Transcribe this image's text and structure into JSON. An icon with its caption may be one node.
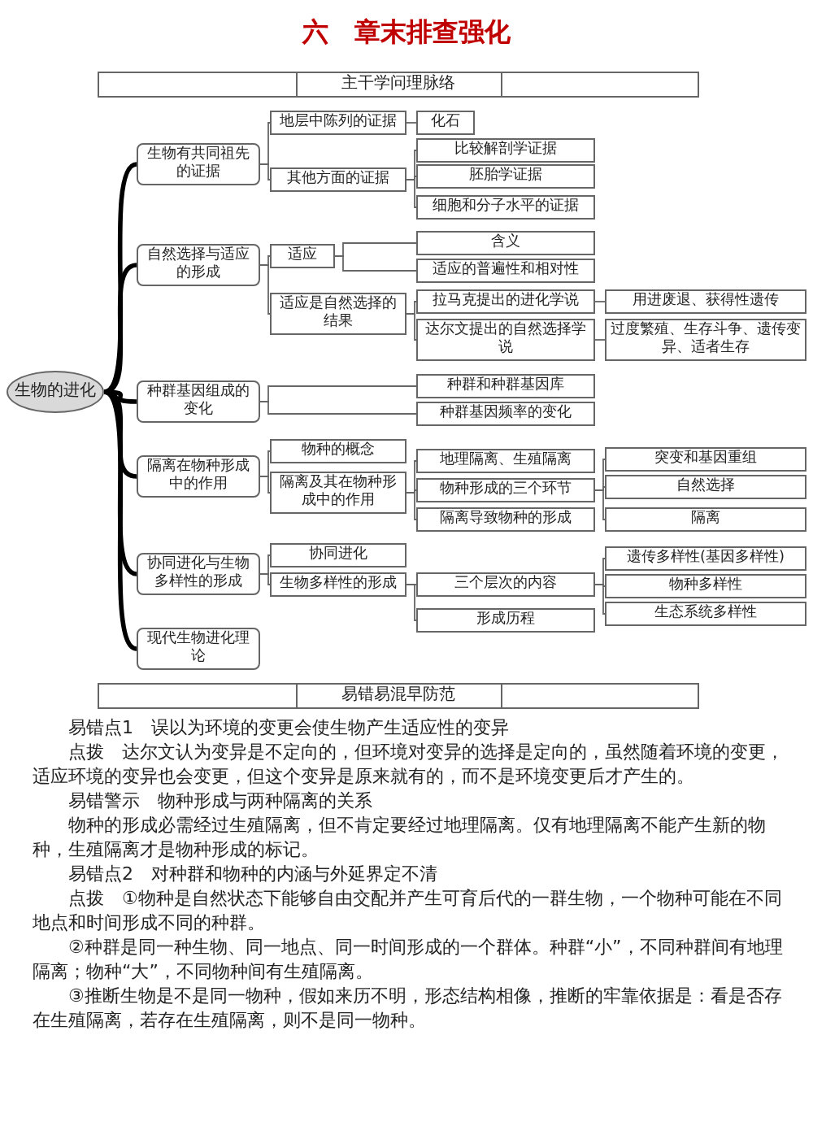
{
  "diagram": {
    "title": "六　章末排查强化",
    "nodes": [
      {
        "text": [
          "主干学问理脉络"
        ]
      },
      {
        "text": [
          "生物的进化"
        ]
      },
      {
        "text": [
          "生物有共同祖先的证据"
        ]
      },
      {
        "text": [
          "地层中陈列的证据"
        ]
      },
      {
        "text": [
          "化石"
        ]
      },
      {
        "text": [
          "其他方面的证据"
        ]
      },
      {
        "text": [
          "比较解剖学证据"
        ]
      },
      {
        "text": [
          "胚胎学证据"
        ]
      },
      {
        "text": [
          "细胞和分子水平的证据"
        ]
      },
      {
        "text": [
          "自然选择与适应的形成"
        ]
      },
      {
        "text": [
          "适应"
        ]
      },
      {
        "text": [
          "含义"
        ]
      },
      {
        "text": [
          "适应的普遍性和相对性"
        ]
      },
      {
        "text": [
          "适应是自然选择的结果"
        ]
      },
      {
        "text": [
          "拉马克提出的进化学说"
        ]
      },
      {
        "text": [
          "用进废退、获得性遗传"
        ]
      },
      {
        "text": [
          "达尔文提出的自然选择学说"
        ]
      },
      {
        "text": [
          "过度繁殖、生存斗争、遗传变异、适者生存"
        ]
      },
      {
        "text": [
          "种群基因组成的变化"
        ]
      },
      {
        "text": [
          "种群和种群基因库"
        ]
      },
      {
        "text": [
          "种群基因频率的变化"
        ]
      },
      {
        "text": [
          "隔离在物种形成中的作用"
        ]
      },
      {
        "text": [
          "物种的概念"
        ]
      },
      {
        "text": [
          "隔离及其在物种形成中的作用"
        ]
      },
      {
        "text": [
          "地理隔离、生殖隔离"
        ]
      },
      {
        "text": [
          "物种形成的三个环节"
        ]
      },
      {
        "text": [
          "隔离导致物种的形成"
        ]
      },
      {
        "text": [
          "突变和基因重组"
        ]
      },
      {
        "text": [
          "自然选择"
        ]
      },
      {
        "text": [
          "隔离"
        ]
      },
      {
        "text": [
          "协同进化与生物多样性的形成"
        ]
      },
      {
        "text": [
          "协同进化"
        ]
      },
      {
        "text": [
          "生物多样性的形成"
        ]
      },
      {
        "text": [
          "三个层次的内容"
        ]
      },
      {
        "text": [
          "遗传多样性(基因多样性)"
        ]
      },
      {
        "text": [
          "物种多样性"
        ]
      },
      {
        "text": [
          "生态系统多样性"
        ]
      },
      {
        "text": [
          "形成历程"
        ]
      },
      {
        "text": [
          "现代生物进化理论"
        ]
      },
      {
        "text": [
          "易错易混早防范"
        ]
      }
    ],
    "edges": [
      {
        "from": 1,
        "to": 2,
        "arrow": "none",
        "style": "thick",
        "color": "#000000"
      },
      {
        "from": 1,
        "to": 9,
        "arrow": "none",
        "style": "thick",
        "color": "#000000"
      },
      {
        "from": 1,
        "to": 18,
        "arrow": "none",
        "style": "thick",
        "color": "#000000"
      },
      {
        "from": 1,
        "to": 21,
        "arrow": "none",
        "style": "thick",
        "color": "#000000"
      },
      {
        "from": 1,
        "to": 30,
        "arrow": "none",
        "style": "thick",
        "color": "#000000"
      },
      {
        "from": 1,
        "to": 38,
        "arrow": "none",
        "style": "thick",
        "color": "#000000"
      },
      {
        "from": 2,
        "to": 3,
        "arrow": "none"
      },
      {
        "from": 2,
        "to": 5,
        "arrow": "none"
      },
      {
        "from": 3,
        "to": 4,
        "arrow": "none"
      },
      {
        "from": 5,
        "to": 6,
        "arrow": "none"
      },
      {
        "from": 5,
        "to": 7,
        "arrow": "none"
      },
      {
        "from": 5,
        "to": 8,
        "arrow": "none"
      },
      {
        "from": 9,
        "to": 10,
        "arrow": "none"
      },
      {
        "from": 9,
        "to": 13,
        "arrow": "none"
      },
      {
        "from": 10,
        "to": 11,
        "arrow": "none"
      },
      {
        "from": 10,
        "to": 12,
        "arrow": "none"
      },
      {
        "from": 13,
        "to": 14,
        "arrow": "none"
      },
      {
        "from": 13,
        "to": 16,
        "arrow": "none"
      },
      {
        "from": 14,
        "to": 15,
        "arrow": "none"
      },
      {
        "from": 16,
        "to": 17,
        "arrow": "none"
      },
      {
        "from": 18,
        "to": 19,
        "arrow": "none"
      },
      {
        "from": 18,
        "to": 20,
        "arrow": "none"
      },
      {
        "from": 21,
        "to": 22,
        "arrow": "none"
      },
      {
        "from": 21,
        "to": 23,
        "arrow": "none"
      },
      {
        "from": 23,
        "to": 24,
        "arrow": "none"
      },
      {
        "from": 23,
        "to": 25,
        "arrow": "none"
      },
      {
        "from": 23,
        "to": 26,
        "arrow": "none"
      },
      {
        "from": 25,
        "to": 27,
        "arrow": "none"
      },
      {
        "from": 25,
        "to": 28,
        "arrow": "none"
      },
      {
        "from": 25,
        "to": 29,
        "arrow": "none"
      },
      {
        "from": 30,
        "to": 31,
        "arrow": "none"
      },
      {
        "from": 30,
        "to": 32,
        "arrow": "none"
      },
      {
        "from": 32,
        "to": 33,
        "arrow": "none"
      },
      {
        "from": 32,
        "to": 37,
        "arrow": "none"
      },
      {
        "from": 33,
        "to": 34,
        "arrow": "none"
      },
      {
        "from": 33,
        "to": 35,
        "arrow": "none"
      },
      {
        "from": 33,
        "to": 36,
        "arrow": "none"
      }
    ],
    "labels": [
      "易错点1　误以为环境的变更会使生物产生适应性的变异",
      "点拨　达尔文认为变异是不定向的，但环境对变异的选择是定向的，虽然随着环境的变更，适应环境的变异也会变更，但这个变异是原来就有的，而不是环境变更后才产生的。",
      "易错警示　物种形成与两种隔离的关系",
      "物种的形成必需经过生殖隔离，但不肯定要经过地理隔离。仅有地理隔离不能产生新的物种，生殖隔离才是物种形成的标记。",
      "易错点2　对种群和物种的内涵与外延界定不清",
      "点拨　①物种是自然状态下能够自由交配并产生可育后代的一群生物，一个物种可能在不同地点和时间形成不同的种群。",
      "②种群是同一种生物、同一地点、同一时间形成的一个群体。种群“小”，不同种群间有地理隔离；物种“大”，不同物种间有生殖隔离。",
      "③推断生物是不是同一物种，假如来历不明，形态结构相像，推断的牢靠依据是：看是否存在生殖隔离，若存在生殖隔离，则不是同一物种。"
    ]
  }
}
